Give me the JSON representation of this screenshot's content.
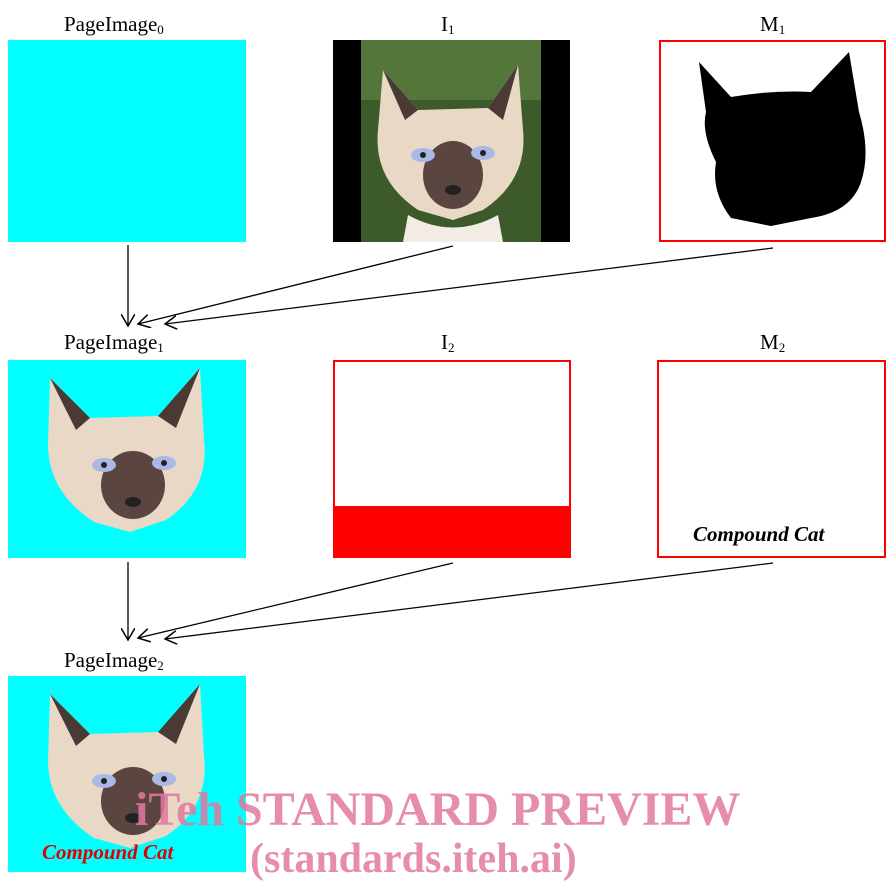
{
  "labels": {
    "page0": {
      "base": "PageImage",
      "sub": "0"
    },
    "i1": {
      "base": "I",
      "sub": "1"
    },
    "m1": {
      "base": "M",
      "sub": "1"
    },
    "page1": {
      "base": "PageImage",
      "sub": "1"
    },
    "i2": {
      "base": "I",
      "sub": "2"
    },
    "m2": {
      "base": "M",
      "sub": "2"
    },
    "page2": {
      "base": "PageImage",
      "sub": "2"
    }
  },
  "caption": "Compound Cat",
  "watermark": {
    "line1": "iTeh STANDARD PREVIEW",
    "line2": "(standards.iteh.ai)"
  },
  "colors": {
    "background_cyan": "#00ffff",
    "frame_red": "#ff0000",
    "mask_black": "#000000",
    "caption_red": "#e00000",
    "watermark_pink": "#e278a0"
  }
}
